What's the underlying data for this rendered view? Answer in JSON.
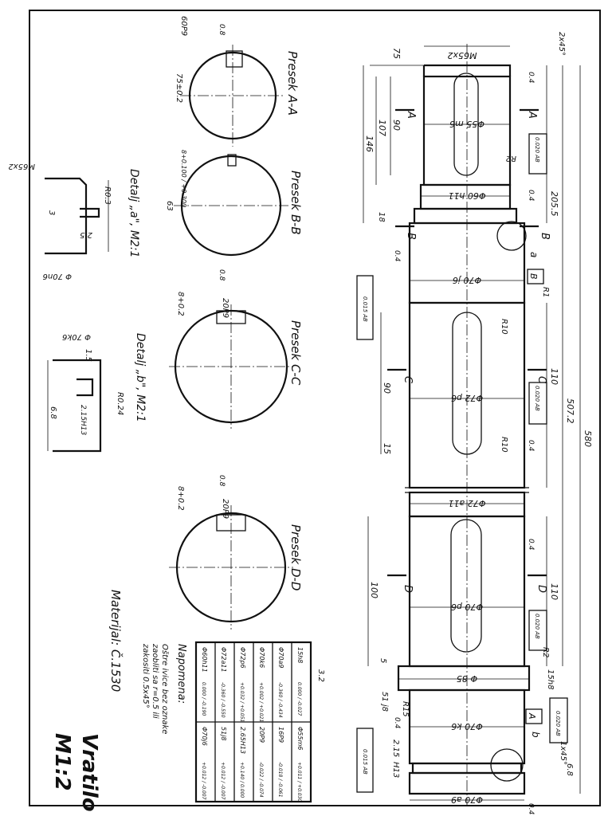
{
  "title": "Vratilo",
  "scale": "M1:2",
  "material": "Materijal: Č.1530",
  "note": {
    "heading": "Napomena:",
    "lines": [
      "Oštre ivice bez oznake",
      "zaobliti sa r=0.5 ili",
      "zakositi 0.5x45°"
    ]
  },
  "sections": {
    "aa": "Presek A-A",
    "bb": "Presek B-B",
    "cc": "Presek C-C",
    "dd": "Presek D-D",
    "detail_a": "Detalj „a\", M2:1",
    "detail_b": "Detalj „b\", M2:1"
  },
  "shaft_labels": {
    "thread": "M65x2",
    "d55": "Φ55 m6",
    "d60": "Φ60 h11",
    "d70j": "Φ70 j6",
    "d72p": "Φ72 p6",
    "d72a": "Φ72 a11",
    "d70p": "Φ70 p6",
    "d85": "Φ 85",
    "d70k": "Φ70 k6",
    "d70a": "Φ70 a9"
  },
  "dimensions": {
    "overall": "580",
    "d5072": "507.2",
    "d2055": "205.5",
    "d146": "146",
    "d107": "107",
    "d90a": "90",
    "d75": "75",
    "d18": "18",
    "d110a": "110",
    "d90c": "90",
    "d15": "15",
    "d110b": "110",
    "d100": "100",
    "d5": "5",
    "d15h8": "15h8",
    "d518": "51 j8",
    "d215": "2.15",
    "h13": "H13",
    "d68": "6.8",
    "chamfer1": "2x45°",
    "chamfer2": "1x45°",
    "r2a": "R2",
    "r2b": "R2",
    "r1": "R1",
    "r10a": "R10",
    "r10b": "R10",
    "r15": "R15"
  },
  "roughness": [
    "0.4",
    "0.4",
    "0.4",
    "0.4",
    "0.4",
    "0.4",
    "0.4",
    "0.8",
    "0.8",
    "0.8",
    "3.2"
  ],
  "tolerances": {
    "runout": "0.020 AB",
    "conc": "0.015 AB",
    "perp": "0.020 AB"
  },
  "datums": {
    "a": "A",
    "b": "B"
  },
  "section_marks": {
    "a": "A",
    "b": "B",
    "c": "C",
    "d": "D",
    "la": "a",
    "lb": "b"
  },
  "section_dims": {
    "aa_key": "60P9",
    "aa_depth": "75±0.2",
    "bb_w": "8+0.100 / +0.300",
    "bb_d": "63",
    "cc_key": "20P9",
    "cc_depth": "8+0.2",
    "dd_key": "20P9",
    "dd_depth": "8+0.2",
    "det_a_thread": "M65x2",
    "det_a_r": "R0.3",
    "det_a_25": "2.5",
    "det_a_3": "3",
    "det_a_d": "Φ 70n6",
    "det_b_d": "Φ 70k6",
    "det_b_15": "1.5",
    "det_b_r": "R0.24",
    "det_b_215": "2.15H13",
    "det_b_68": "6.8"
  },
  "fit_table": [
    [
      "Φ60h11",
      "0.000 / -0.190",
      "Φ70j6",
      "+0.012 / -0.007"
    ],
    [
      "Φ72a11",
      "-0.360 / -0.550",
      "51j8",
      "+0.012 / -0.007"
    ],
    [
      "Φ72p6",
      "+0.032 / +0.051",
      "2.65H13",
      "+0.140 / 0.000"
    ],
    [
      "Φ70k6",
      "+0.002 / +0.021",
      "20P9",
      "-0.022 / -0.074"
    ],
    [
      "Φ70a9",
      "-0.360 / -0.434",
      "16P9",
      "-0.018 / -0.061"
    ],
    [
      "15h8",
      "0.000 / -0.027",
      "Φ55m6",
      "+0.011 / +0.030"
    ]
  ]
}
